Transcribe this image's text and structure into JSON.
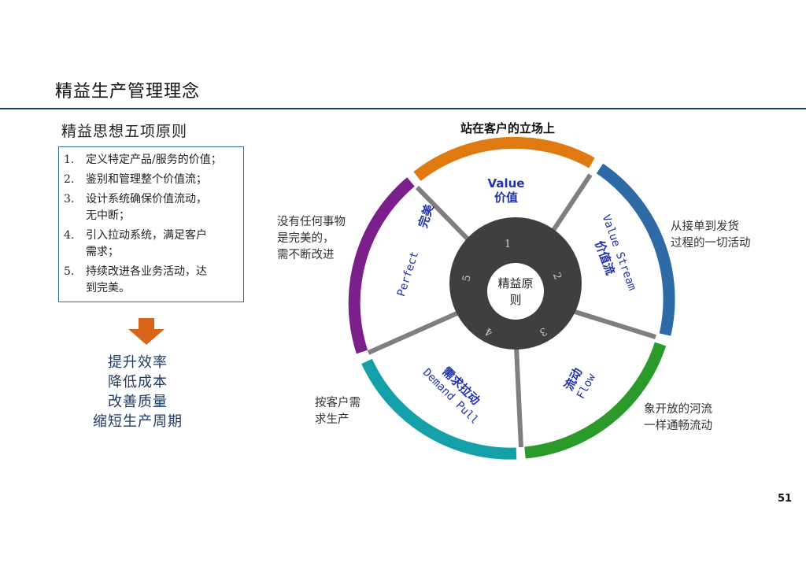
{
  "page": {
    "title": "精益生产管理理念",
    "page_number": "51"
  },
  "left": {
    "section_title": "精益思想五项原则",
    "principles": [
      {
        "num": "1.",
        "text": "定义特定产品/服务的价值；"
      },
      {
        "num": "2.",
        "text": "鉴别和管理整个价值流；"
      },
      {
        "num": "3.",
        "text": "设计系统确保价值流动，\n无中断；"
      },
      {
        "num": "4.",
        "text": "引入拉动系统，满足客户\n需求；"
      },
      {
        "num": "5.",
        "text": "持续改进各业务活动，达\n到完美。"
      }
    ],
    "benefits": [
      "提升效率",
      "降低成本",
      "改善质量",
      "缩短生产周期"
    ]
  },
  "wheel": {
    "top_label": "站在客户的立场上",
    "center_line1": "精益原",
    "center_line2": "则",
    "numbers": [
      "1",
      "2",
      "3",
      "4",
      "5"
    ],
    "segments": [
      {
        "en": "Value",
        "cn": "价值",
        "color": "#e07a10"
      },
      {
        "en": "Value Stream",
        "cn": "价值流",
        "color": "#2e6aa6"
      },
      {
        "en": "Flow",
        "cn": "流动",
        "color": "#2a9a2a"
      },
      {
        "en": "Demand Pull",
        "cn": "需求拉动",
        "color": "#14a0a8"
      },
      {
        "en": "Perfect",
        "cn": "完美",
        "color": "#7b1f8a"
      }
    ],
    "notes": {
      "value_stream": "从接单到发货\n过程的一切活动",
      "flow": "象开放的河流\n一样通畅流动",
      "pull": "按客户需\n求生产",
      "perfect": "没有任何事物\n是完美的，\n需不断改进"
    }
  },
  "colors": {
    "arrow": "#d86418",
    "rule": "#1f3f66",
    "box_border": "#2f6f9f",
    "spokes": "#7f7f7f",
    "hub": "#3f3f3f",
    "text_blue": "#2233aa"
  }
}
